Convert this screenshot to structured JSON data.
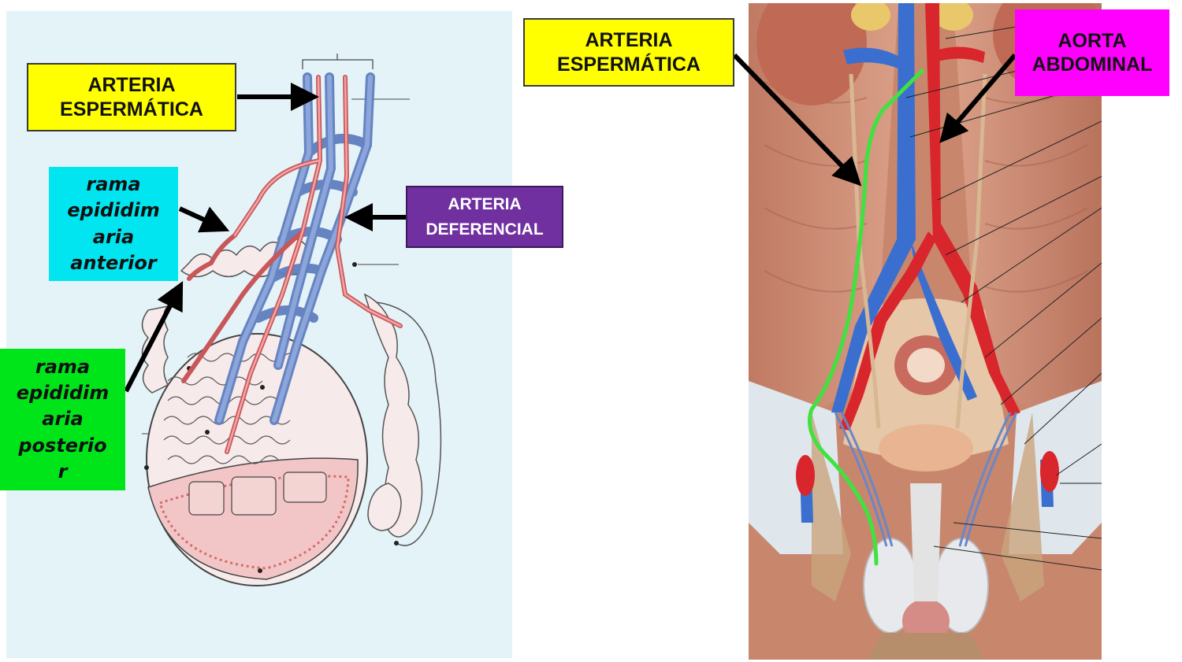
{
  "labels": {
    "arteria_espermatica_left": "ARTERIA\nESPERMÁTICA",
    "rama_epididimaria_anterior": "rama\nepididim\naria\nanterior",
    "rama_epididimaria_posterior": "rama\nepididim\naria\nposterio\nr",
    "arteria_deferencial": "ARTERIA\nDEFERENCIAL",
    "arteria_espermatica_right": "ARTERIA\nESPERMÁTICA",
    "aorta_abdominal": "AORTA\nABDOMINAL"
  },
  "colors": {
    "yellow_box": "#ffff00",
    "cyan_box": "#00e5ef",
    "green_box": "#00e51a",
    "purple_box": "#7030a0",
    "magenta_box": "#ff00ff",
    "artery": "#d66b6b",
    "vein": "#6f8fcf",
    "highlight_line": "#3fe23f",
    "arrow": "#000000"
  }
}
